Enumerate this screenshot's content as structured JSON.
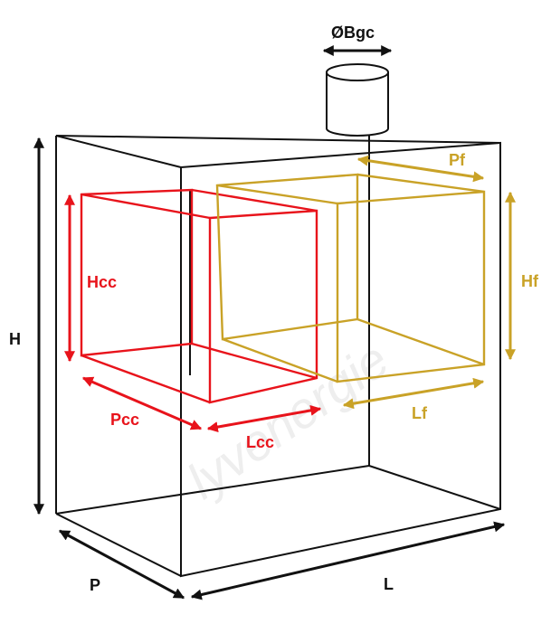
{
  "labels": {
    "chimney_diameter": "ØBgc",
    "height": "H",
    "depth": "P",
    "length": "L",
    "cooking_chamber_height": "Hcc",
    "cooking_chamber_depth": "Pcc",
    "cooking_chamber_length": "Lcc",
    "firebox_depth": "Pf",
    "firebox_height": "Hf",
    "firebox_length": "Lf"
  },
  "watermark": "lyvenergie",
  "colors": {
    "outline": "#111111",
    "cooking_chamber": "#e8131b",
    "firebox": "#c9a227"
  }
}
